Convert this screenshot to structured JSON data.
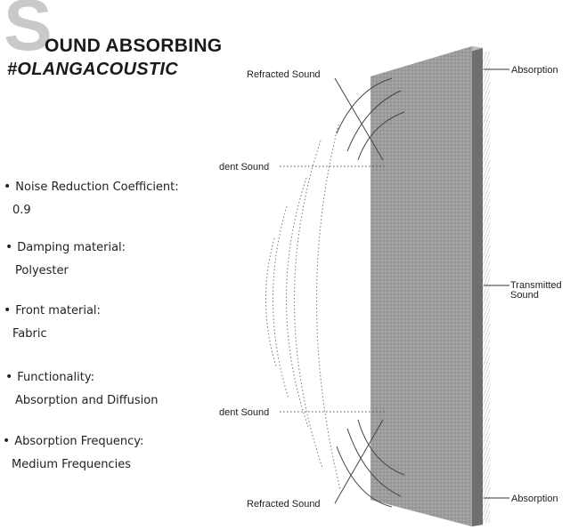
{
  "header": {
    "title_first_letter": "S",
    "title_rest": "OUND ABSORBING",
    "hashtag": "#OLANGACOUSTIC"
  },
  "specs": [
    {
      "label": "Noise Reduction Coefficient:",
      "value": "0.9"
    },
    {
      "label": "Damping material:",
      "value": "Polyester"
    },
    {
      "label": "Front material:",
      "value": "Fabric"
    },
    {
      "label": "Functionality:",
      "value": "Absorption and Diffusion"
    },
    {
      "label": "Absorption Frequency:",
      "value": "Medium Frequencies"
    }
  ],
  "diagram": {
    "refracted_top": "Refracted Sound",
    "refracted_bottom": "Refracted Sound",
    "incident_top": "dent Sound",
    "incident_bottom": "dent Sound",
    "absorption_top": "Absorption",
    "absorption_bottom": "Absorption",
    "transmitted_line1": "Transmitted",
    "transmitted_line2": "Sound"
  },
  "colors": {
    "panel_face": "#9a9a9a",
    "panel_edge": "#6f6f6f",
    "big_letter": "#c9c9c9"
  }
}
